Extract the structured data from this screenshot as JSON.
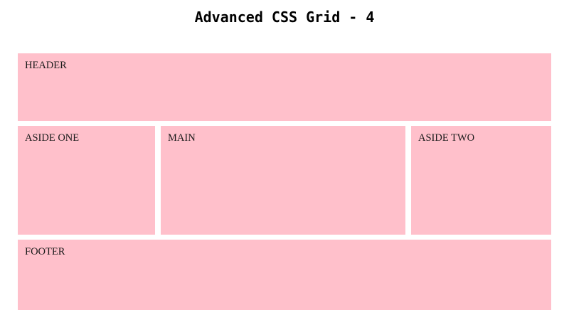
{
  "page": {
    "title": "Advanced CSS Grid - 4",
    "background_color": "#ffffff"
  },
  "layout": {
    "cell_color": "#ffc0cb",
    "text_color": "#1a1a1a",
    "areas": [
      {
        "key": "header",
        "label": "HEADER"
      },
      {
        "key": "asideone",
        "label": "ASIDE ONE"
      },
      {
        "key": "main",
        "label": "MAIN"
      },
      {
        "key": "asidetwo",
        "label": "ASIDE TWO"
      },
      {
        "key": "footer",
        "label": "FOOTER"
      }
    ]
  }
}
